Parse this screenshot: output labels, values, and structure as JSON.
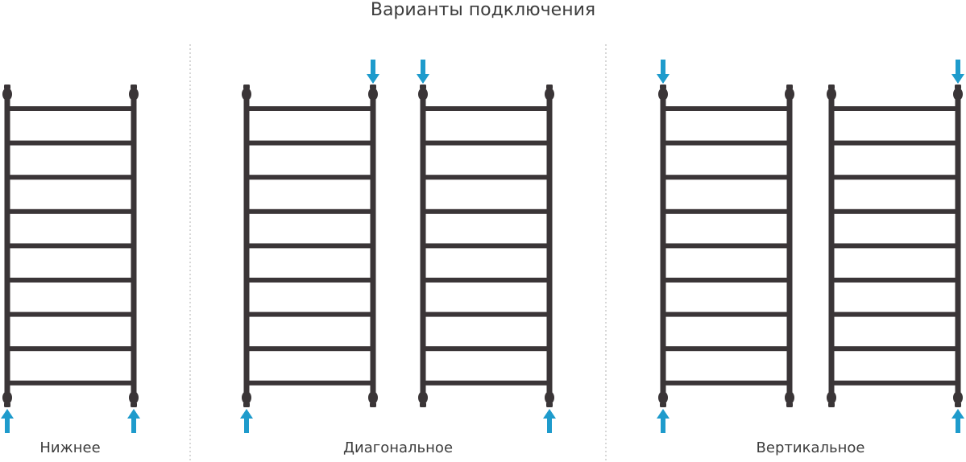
{
  "title": "Варианты подключения",
  "colors": {
    "rail": "#3a3537",
    "arrow": "#1e9bcc",
    "divider": "#bdbdbd",
    "text": "#3d3d3d"
  },
  "groups": [
    {
      "label": "Нижнее",
      "radiators": [
        {
          "inlets": [
            "bottom-left",
            "bottom-right"
          ]
        }
      ]
    },
    {
      "label": "Диагональное",
      "radiators": [
        {
          "inlets": [
            "top-right",
            "bottom-left"
          ]
        },
        {
          "inlets": [
            "top-left",
            "bottom-right"
          ]
        }
      ]
    },
    {
      "label": "Вертикальное",
      "radiators": [
        {
          "inlets": [
            "top-left",
            "bottom-left"
          ]
        },
        {
          "inlets": [
            "top-right",
            "bottom-right"
          ]
        }
      ]
    }
  ],
  "rungs_per_radiator": 9,
  "arrow_icon": "arrow-icon"
}
